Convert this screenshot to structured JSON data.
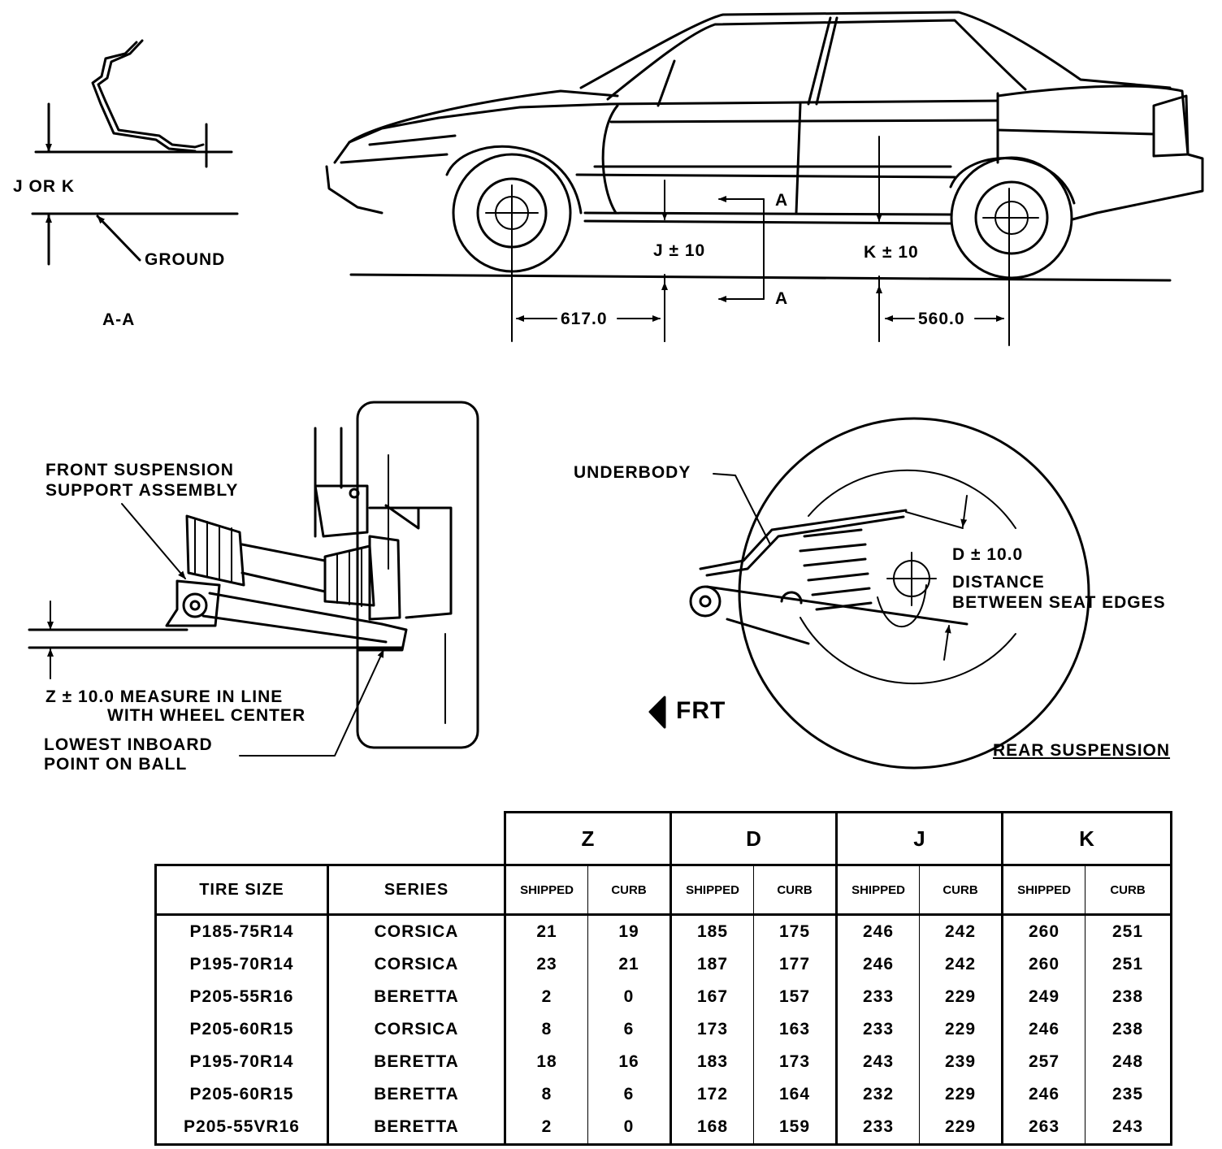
{
  "section_aa": {
    "j_or_k": "J OR K",
    "ground": "GROUND",
    "title": "A-A"
  },
  "side_view": {
    "j_label": "J ± 10",
    "k_label": "K ± 10",
    "section_mark_top": "A",
    "section_mark_bottom": "A",
    "front_dim": "617.0",
    "rear_dim": "560.0"
  },
  "front_suspension": {
    "support_line1": "FRONT SUSPENSION",
    "support_line2": "SUPPORT ASSEMBLY",
    "z_line1": "Z ± 10.0 MEASURE IN LINE",
    "z_line2": "WITH WHEEL CENTER",
    "ball_line1": "LOWEST INBOARD",
    "ball_line2": "POINT ON BALL",
    "frt": "FRT"
  },
  "rear_suspension": {
    "underbody": "UNDERBODY",
    "d_label": "D ± 10.0",
    "distance_line1": "DISTANCE",
    "distance_line2": "BETWEEN SEAT EDGES",
    "title": "REAR SUSPENSION"
  },
  "table": {
    "groups": [
      "Z",
      "D",
      "J",
      "K"
    ],
    "col_tire": "TIRE SIZE",
    "col_series": "SERIES",
    "sub_shipped": "SHIPPED",
    "sub_curb": "CURB",
    "rows": [
      {
        "tire": "P185-75R14",
        "series": "CORSICA",
        "z_s": "21",
        "z_c": "19",
        "d_s": "185",
        "d_c": "175",
        "j_s": "246",
        "j_c": "242",
        "k_s": "260",
        "k_c": "251"
      },
      {
        "tire": "P195-70R14",
        "series": "CORSICA",
        "z_s": "23",
        "z_c": "21",
        "d_s": "187",
        "d_c": "177",
        "j_s": "246",
        "j_c": "242",
        "k_s": "260",
        "k_c": "251"
      },
      {
        "tire": "P205-55R16",
        "series": "BERETTA",
        "z_s": "2",
        "z_c": "0",
        "d_s": "167",
        "d_c": "157",
        "j_s": "233",
        "j_c": "229",
        "k_s": "249",
        "k_c": "238"
      },
      {
        "tire": "P205-60R15",
        "series": "CORSICA",
        "z_s": "8",
        "z_c": "6",
        "d_s": "173",
        "d_c": "163",
        "j_s": "233",
        "j_c": "229",
        "k_s": "246",
        "k_c": "238"
      },
      {
        "tire": "P195-70R14",
        "series": "BERETTA",
        "z_s": "18",
        "z_c": "16",
        "d_s": "183",
        "d_c": "173",
        "j_s": "243",
        "j_c": "239",
        "k_s": "257",
        "k_c": "248"
      },
      {
        "tire": "P205-60R15",
        "series": "BERETTA",
        "z_s": "8",
        "z_c": "6",
        "d_s": "172",
        "d_c": "164",
        "j_s": "232",
        "j_c": "229",
        "k_s": "246",
        "k_c": "235"
      },
      {
        "tire": "P205-55VR16",
        "series": "BERETTA",
        "z_s": "2",
        "z_c": "0",
        "d_s": "168",
        "d_c": "159",
        "j_s": "233",
        "j_c": "229",
        "k_s": "263",
        "k_c": "243"
      }
    ]
  }
}
